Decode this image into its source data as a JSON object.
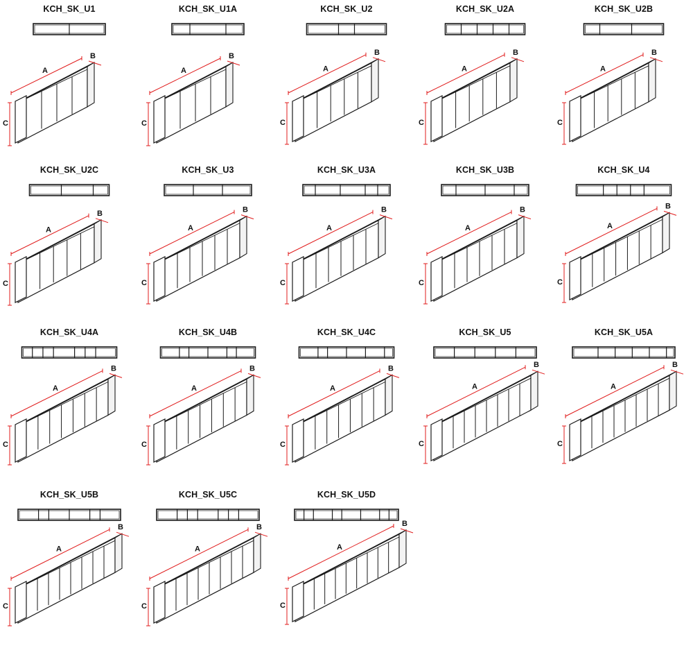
{
  "colors": {
    "line": "#1a1a1a",
    "dimension": "#e01b1b",
    "panel": "#ffffff",
    "top": "#e9e9e9"
  },
  "dimension_labels": {
    "length": "A",
    "depth": "B",
    "height": "C"
  },
  "units": [
    {
      "code": "KCH_SK_U1",
      "plan": [
        1,
        1
      ],
      "doors": 4
    },
    {
      "code": "KCH_SK_U1A",
      "plan": [
        1,
        2,
        1
      ],
      "doors": 4
    },
    {
      "code": "KCH_SK_U2",
      "plan": [
        2,
        1,
        2
      ],
      "doors": 5
    },
    {
      "code": "KCH_SK_U2A",
      "plan": [
        1,
        1,
        1,
        1,
        1
      ],
      "doors": 5
    },
    {
      "code": "KCH_SK_U2B",
      "plan": [
        1,
        2,
        2
      ],
      "doors": 5
    },
    {
      "code": "KCH_SK_U2C",
      "plan": [
        2,
        2,
        1
      ],
      "doors": 5
    },
    {
      "code": "KCH_SK_U3",
      "plan": [
        1,
        1,
        1
      ],
      "doors": 6
    },
    {
      "code": "KCH_SK_U3A",
      "plan": [
        1,
        2,
        2,
        1,
        1
      ],
      "doors": 6
    },
    {
      "code": "KCH_SK_U3B",
      "plan": [
        1,
        2,
        2,
        1
      ],
      "doors": 6
    },
    {
      "code": "KCH_SK_U4",
      "plan": [
        2,
        1,
        1,
        1,
        2
      ],
      "doors": 7
    },
    {
      "code": "KCH_SK_U4A",
      "plan": [
        1,
        1,
        1,
        2,
        1,
        1,
        2
      ],
      "doors": 7
    },
    {
      "code": "KCH_SK_U4B",
      "plan": [
        2,
        1,
        2,
        2,
        1,
        2
      ],
      "doors": 7
    },
    {
      "code": "KCH_SK_U4C",
      "plan": [
        2,
        1,
        2,
        2,
        2,
        1
      ],
      "doors": 7
    },
    {
      "code": "KCH_SK_U5",
      "plan": [
        2,
        2,
        2,
        2,
        2
      ],
      "doors": 8
    },
    {
      "code": "KCH_SK_U5A",
      "plan": [
        3,
        2,
        2,
        2,
        2,
        1
      ],
      "doors": 8
    },
    {
      "code": "KCH_SK_U5B",
      "plan": [
        2,
        1,
        2,
        2,
        1,
        2
      ],
      "doors": 8
    },
    {
      "code": "KCH_SK_U5C",
      "plan": [
        2,
        1,
        1,
        2,
        1,
        1,
        2
      ],
      "doors": 8
    },
    {
      "code": "KCH_SK_U5D",
      "plan": [
        1,
        1,
        2,
        1,
        2,
        2,
        1,
        1
      ],
      "doors": 9
    }
  ]
}
